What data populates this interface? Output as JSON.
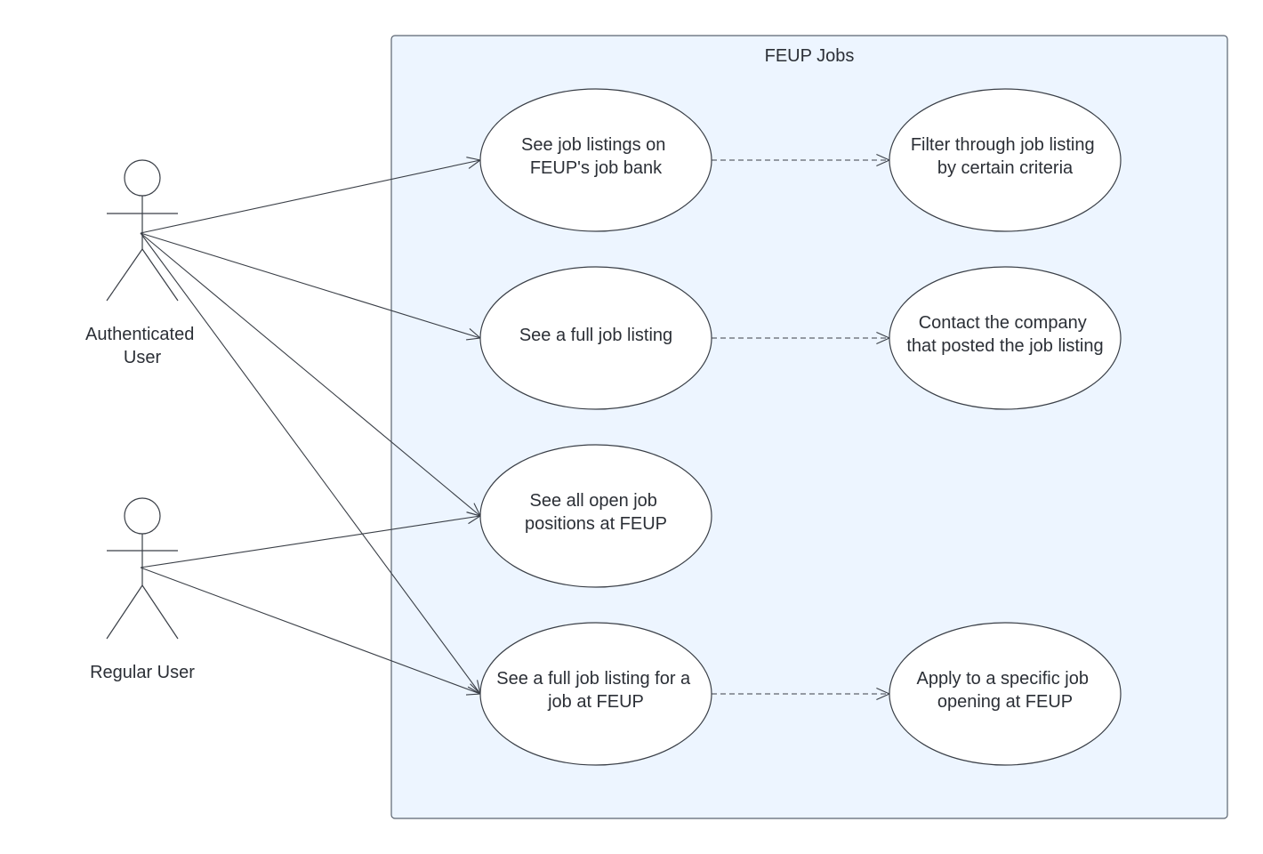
{
  "system": {
    "title": "FEUP Jobs"
  },
  "actors": [
    {
      "id": "auth",
      "label_lines": [
        "Authenticated",
        "User"
      ]
    },
    {
      "id": "reg",
      "label_lines": [
        "Regular User"
      ]
    }
  ],
  "use_cases": [
    {
      "id": "uc1",
      "label_lines": [
        "See job listings on",
        "FEUP's job bank"
      ]
    },
    {
      "id": "uc2",
      "label_lines": [
        "Filter through job listing",
        "by certain criteria"
      ]
    },
    {
      "id": "uc3",
      "label_lines": [
        "See a full job listing"
      ]
    },
    {
      "id": "uc4",
      "label_lines": [
        "Contact the company",
        "that posted the job listing"
      ]
    },
    {
      "id": "uc5",
      "label_lines": [
        "See all open job",
        "positions at FEUP"
      ]
    },
    {
      "id": "uc6",
      "label_lines": [
        "See a full job listing for a",
        "job at FEUP"
      ]
    },
    {
      "id": "uc7",
      "label_lines": [
        "Apply to a specific job",
        "opening at FEUP"
      ]
    }
  ],
  "associations": [
    {
      "from": "auth",
      "to": "uc1"
    },
    {
      "from": "auth",
      "to": "uc3"
    },
    {
      "from": "auth",
      "to": "uc5"
    },
    {
      "from": "auth",
      "to": "uc6"
    },
    {
      "from": "reg",
      "to": "uc5"
    },
    {
      "from": "reg",
      "to": "uc6"
    }
  ],
  "dependencies": [
    {
      "from": "uc1",
      "to": "uc2"
    },
    {
      "from": "uc3",
      "to": "uc4"
    },
    {
      "from": "uc6",
      "to": "uc7"
    }
  ]
}
